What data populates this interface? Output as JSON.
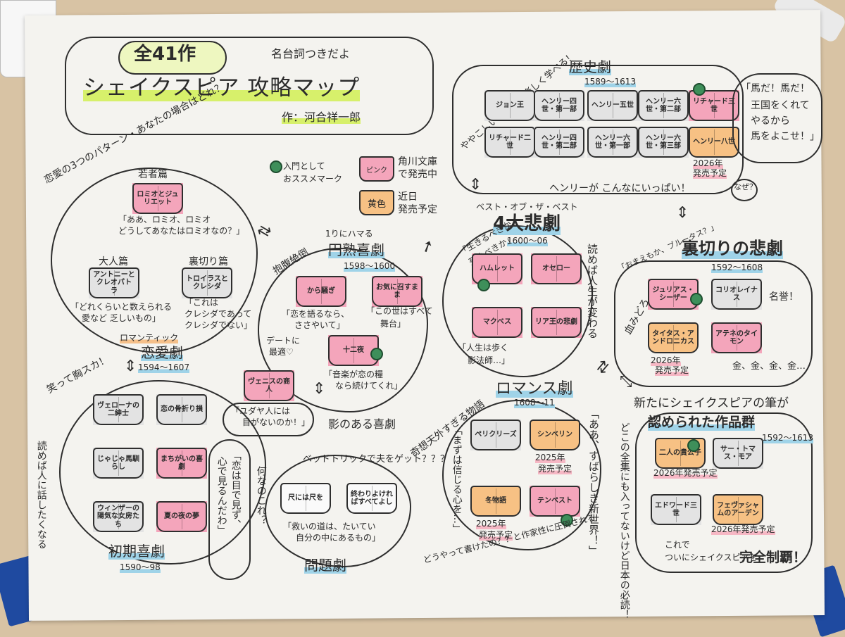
{
  "header": {
    "count_label": "全41作",
    "title": "シェイクスピア 攻略マップ",
    "subtitle": "名台詞つきだよ",
    "author": "作：河合祥一郎"
  },
  "legend": {
    "badge_label": "入門として",
    "badge_label2": "おススメマーク",
    "pink_book": "ピンク",
    "pink_desc1": "角川文庫",
    "pink_desc2": "で発売中",
    "yellow_book": "黄色",
    "yellow_desc1": "近日",
    "yellow_desc2": "発売予定"
  },
  "love": {
    "question": "恋愛の3つのパターン・あなたの場合はどれ？",
    "young_label": "若者篇",
    "romeo": "ロミオとジュリエット",
    "romeo_quote1": "「ああ、ロミオ、ロミオ",
    "romeo_quote2": "どうしてあなたはロミオなの？」",
    "adult_label": "大人篇",
    "antony": "アントニーとクレオパトラ",
    "antony_quote1": "「どれくらいと数えられる",
    "antony_quote2": "愛など 乏しいもの」",
    "betray_label": "裏切り篇",
    "troilus": "トロイラスとクレシダ",
    "troilus_quote1": "「これは",
    "troilus_quote2": "クレシダであって",
    "troilus_quote3": "クレシダでない」",
    "romantic": "ロマンティック",
    "name": "恋愛劇",
    "years": "1594〜1607"
  },
  "mature": {
    "side_label": "抱腹絶倒",
    "top_label": "1りにハマる",
    "name": "円熟喜劇",
    "years": "1598〜1600",
    "much_ado": "から騒ぎ",
    "as_you": "お気に召すまま",
    "much_quote1": "「恋を語るなら、",
    "much_quote2": "ささやいて」",
    "as_quote1": "「この世はすべて",
    "as_quote2": "舞台」",
    "date_label1": "デートに",
    "date_label2": "最適♡",
    "twelfth": "十二夜",
    "twelfth_quote1": "「音楽が恋の糧",
    "twelfth_quote2": "なら続けてくれ」"
  },
  "early": {
    "laugh": "笑って胸スカ！",
    "side_label": "読めば人に話したくなる",
    "verona": "ヴェローナの二紳士",
    "loves_labour": "恋の骨折り損",
    "shrew": "じゃじゃ馬馴らし",
    "errors": "まちがいの喜劇",
    "windsor": "ウィンザーの陽気な女房たち",
    "dream": "夏の夜の夢",
    "dream_quote1": "「恋は目で見ず、",
    "dream_quote2": "心で見るんだわ」",
    "name": "初期喜劇",
    "years": "1590〜98"
  },
  "shadow": {
    "merchant": "ヴェニスの商人",
    "merchant_quote1": "「ユダヤ人には",
    "merchant_quote2": "目がないのか！」",
    "name": "影のある喜劇"
  },
  "problem": {
    "bedtrick": "ベッドトリックで夫をゲット？？？",
    "side_label": "何なのこれ？",
    "measure": "尺には尺を",
    "alls_well": "終わりよければすべてよし",
    "quote1": "「救いの道は、たいてい",
    "quote2": "自分の中にあるもの」",
    "name": "問題劇"
  },
  "history": {
    "side_label": "ややこしい英国史も楽しく学べる！",
    "name": "歴史劇",
    "years": "1589〜1613",
    "books": [
      "ジョン王",
      "ヘンリー四世・第一部",
      "ヘンリー五世",
      "ヘンリー六世・第二部",
      "リチャード三世",
      "リチャード二世",
      "ヘンリー四世・第二部",
      "ヘンリー六世・第一部",
      "ヘンリー六世・第三部",
      "ヘンリー八世"
    ],
    "henry8_note1": "2026年",
    "henry8_note2": "発売予定",
    "quote1": "「馬だ！馬だ！",
    "quote2": "王国をくれて",
    "quote3": "やるから",
    "quote4": "馬をよこせ！」",
    "footer": "ヘンリーが こんなにいっぱい！",
    "footer_badge": "なぜ？"
  },
  "tragedy": {
    "best": "ベスト・オブ・ザ・ベスト",
    "name": "4大悲劇",
    "years": "1600〜06",
    "live_or_die1": "「生きるべきか、",
    "live_or_die2": "死ぬべきか」",
    "hamlet": "ハムレット",
    "othello": "オセロー",
    "macbeth": "マクベス",
    "lear": "リア王の悲劇",
    "life_quote1": "「人生は歩く",
    "life_quote2": "影法師…」",
    "side_label": "読めば人生が変わる"
  },
  "betrayal": {
    "brutus": "「おまえもか、ブルータス？」",
    "name": "裏切りの悲劇",
    "years": "1592〜1608",
    "caesar": "ジュリアス・シーザー",
    "coriolanus": "コリオレイナス",
    "honor": "名誉！",
    "blood": "血みどろ",
    "titus": "タイタス・アンドロニカス",
    "titus_note1": "2026年",
    "titus_note2": "発売予定",
    "timon": "アテネのタイモン",
    "money": "金、金、金、金…"
  },
  "romance": {
    "side_label": "奇想天外すぎる物語",
    "name": "ロマンス劇",
    "years": "1608〜11",
    "pericles": "ペリクリーズ",
    "cymbeline": "シンベリン",
    "cymbeline_note1": "2025年",
    "cymbeline_note2": "発売予定",
    "winters": "冬物語",
    "winters_note1": "2025年",
    "winters_note2": "発売予定",
    "tempest": "テンペスト",
    "believe": "「まずは信じる心を…」",
    "brave": "「ああ、すばらしき新世界！」",
    "who_wrote": "どうやって書けたの？？と作家性に圧倒される"
  },
  "new_works": {
    "title1": "新たにシェイクスピアの筆が",
    "title2": "認められた作品群",
    "years": "1592〜1613",
    "kinsmen": "二人の貴公子",
    "kinsmen_note": "2026年発売予定",
    "more": "サー・トマス・モア",
    "edward": "エドワード三世",
    "faversham": "フェヴァシャムのアーデン",
    "faversham_note": "2026年発売予定",
    "side_label": "どこの全集にも入ってないけど日本の必読！",
    "closing1": "これで",
    "closing2": "ついにシェイクスピアを",
    "closing3": "完全制覇！"
  },
  "colors": {
    "paper": "#f4f3ef",
    "pink": "#f4a5bb",
    "orange": "#f7c184",
    "gray": "#e3e3e3",
    "green": "#d7f06b",
    "blue": "#9fd3e8"
  }
}
